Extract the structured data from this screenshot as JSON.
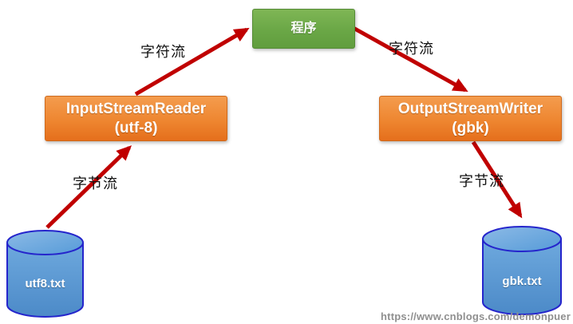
{
  "diagram": {
    "nodes": {
      "program": {
        "label": "程序"
      },
      "input_reader": {
        "line1": "InputStreamReader",
        "line2": "(utf-8)"
      },
      "output_writer": {
        "line1": "OutputStreamWriter",
        "line2": "(gbk)"
      },
      "utf8_file": {
        "label": "utf8.txt"
      },
      "gbk_file": {
        "label": "gbk.txt"
      }
    },
    "edge_labels": {
      "char_stream_upper_left": "字符流",
      "char_stream_upper_right": "字符流",
      "byte_stream_lower_left": "字节流",
      "byte_stream_lower_right": "字节流"
    },
    "watermark": "https://www.cnblogs.com/demonpuer",
    "colors": {
      "program_box_green": "#6aa746",
      "stream_box_orange": "#ee8630",
      "cylinder_fill_blue": "#5b9bd5",
      "cylinder_stroke_blue": "#2525cc",
      "arrow_red": "#c00000",
      "edge_label_black": "#111111",
      "watermark_gray": "#8f8f8f"
    }
  }
}
